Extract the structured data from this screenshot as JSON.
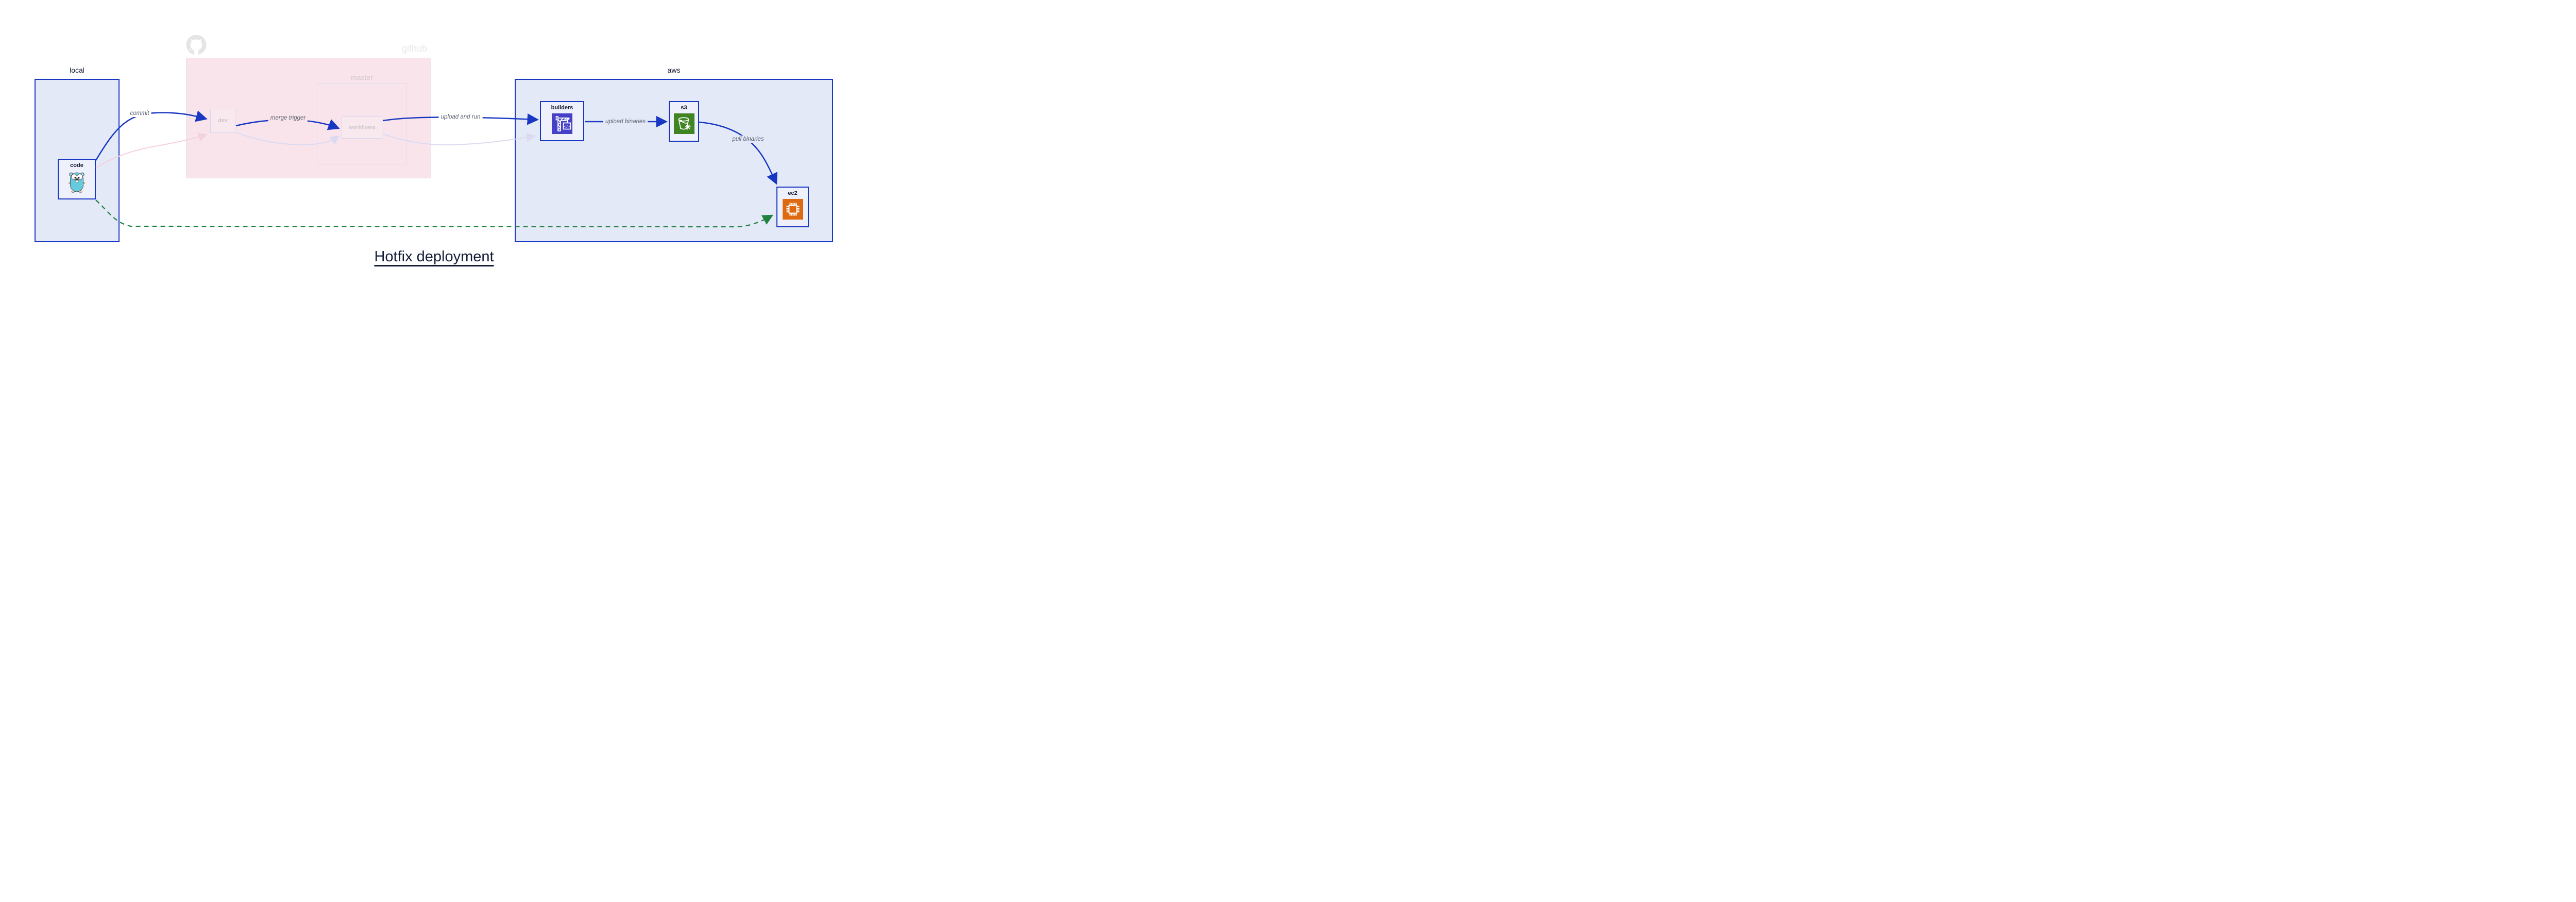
{
  "title": {
    "text": "Hotfix deployment"
  },
  "containers": {
    "local": {
      "label": "local"
    },
    "github": {
      "label": "github"
    },
    "master": {
      "label": "master"
    },
    "aws": {
      "label": "aws"
    }
  },
  "nodes": {
    "code": {
      "label": "code"
    },
    "dev": {
      "label": "dev"
    },
    "workflows": {
      "label": "workflows"
    },
    "builders": {
      "label": "builders"
    },
    "s3": {
      "label": "s3"
    },
    "ec2": {
      "label": "ec2"
    }
  },
  "edges": {
    "commit": {
      "label": "commit"
    },
    "merge_trigger": {
      "label": "merge trigger"
    },
    "upload_and_run": {
      "label": "upload and run"
    },
    "upload_binaries": {
      "label": "upload binaries"
    },
    "pull_binaries": {
      "label": "pull binaries"
    }
  },
  "icons": {
    "code": "go-gopher-icon",
    "github": "octocat-icon",
    "builders": "codebuild-crane-icon",
    "s3": "s3-bucket-snowflake-icon",
    "ec2": "ec2-chip-icon"
  },
  "colors": {
    "accent_blue": "#1837C2",
    "container_fill": "#E4E9F8",
    "node_fill": "#EEF1FB",
    "github_fill": "#F9E4EB",
    "faded_border": "#DBD7EE",
    "faded_text": "#CFC5CD",
    "edge_label_text": "#5A6270",
    "green_dashed": "#1F8240",
    "faded_pink_edge": "#F4D2DD",
    "faded_lavender_edge": "#DBDAF2",
    "builders_icon_bg": "#4640C9",
    "s3_icon_bg": "#408424",
    "ec2_icon_bg": "#DD6910",
    "title_text": "#141C38"
  }
}
